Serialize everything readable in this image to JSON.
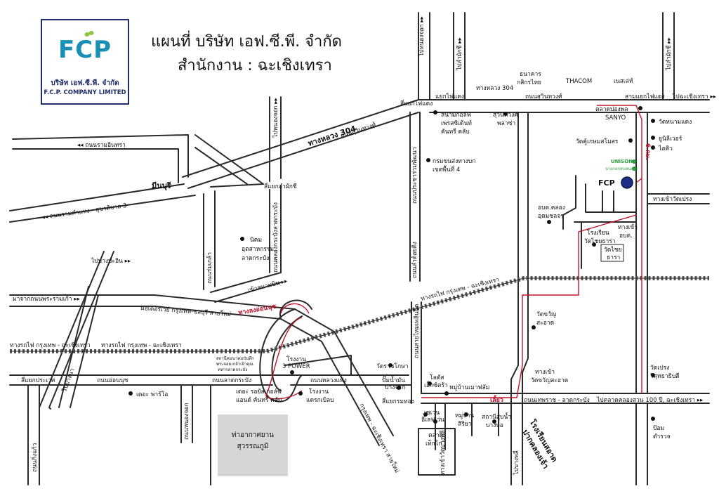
{
  "header": {
    "title_line1": "แผนที่ บริษัท เอฟ.ซี.พี. จำกัด",
    "title_line2": "สำนักงาน : ฉะเชิงเทรา"
  },
  "logo": {
    "brand": "FCP",
    "name_th": "บริษัท เอฟ.ซี.พี. จำกัด",
    "name_en": "F.C.P. COMPANY LIMITED",
    "brand_color": "#1a8fb5",
    "leaf_color": "#8cc63f",
    "border_color": "#1f2d6b"
  },
  "colors": {
    "road": "#2a2a2a",
    "route_red": "#c0132a",
    "fcp_marker": "#1f2d8a",
    "unison_green": "#2e9e3e",
    "airport_fill": "#d6d6d6"
  },
  "roads": {
    "hw304_big": "ทางหลวง 304",
    "hw304_sub": "ถนนสุวินทวงศ์",
    "hw304_top": "ทางหลวง 304",
    "ram_intra": "◂◂ ถนนรามอินทรา",
    "ramkhamhaeng": "◂◂ ถนนรามคำแหง - สุขาภิบาล 3",
    "nong_chok_1": "ไปหนองจอก ▸▸",
    "nong_chok_2": "ไปหนองจอก ▸▸",
    "lam_phak_chi": "ไปลำผักชี ▸▸",
    "lam_phak_chi_2": "ไปลำผักชี ▸▸",
    "lat_krabang_road": "ถนนลาดกระบัง",
    "motorway": "มอเตอร์เวย์ กรุงเทพ-ชลบุรี สายใหม่",
    "from_rama9": "มาจากถนนพระรามเก้า ▸▸",
    "bang_pa_in": "ไปบางปะอิน ▸▸",
    "bang_na": "ไปบางนา",
    "rail_left": "ทางรถไฟ กรุงเทพ - ฉะเชิงเทรา",
    "rail_right": "ทางรถไฟ กรุงเทพ - ฉะเชิงเทรา",
    "rail_far_left": "ทางรถไฟ กรุงเทพ - ฉะเชิงเทรา",
    "airport_entry": "เข้าสนามบิน ▸▸",
    "on_nut_exit": "ทางลงอ่อนนุช",
    "on_nut_road": "ถนนอ่อนนุช",
    "lat_krabang_rd2": "ถนนลาดกระบัง",
    "luang_phaeng": "ถนนหลวงแพ่ง",
    "bangkok_chachoengsao": "กรุงเทพ - ฉะเชิงเทรา สายใหม่",
    "thepharat": "ถนนเทพราช - ลาดกระบัง",
    "to_chachoengsao": "ไปตลาดคลองสวน 100 ปี, ฉะเชิงเทรา ▸▸",
    "to_chachoengsao_top": "ไปฉะเชิงเทรา ▸▸",
    "suwinthawong": "ถนนสุวินทวงศ์",
    "wat_prong_entry": "ทางเข้าวัดเปรง",
    "road_6km": "6 กม.",
    "king_kaew": "ถนนกิ่งแก้ว",
    "romklao": "ถนนร่มเกล้า",
    "ladkrabang_sai_yai": "ถนนสายไหมเพลินจิต",
    "lam_toi_ting": "ถนนลำต้อยติ่ง",
    "lat_krabang_vert": "ถนนคลองกระบังลาดกระบัง",
    "no_nong_chok": "ถนนหนองจอก",
    "bang_pla_entry": "ทางเข้าวัดบางพลี",
    "to_bang_phli": "ไปบางพลี",
    "prakhon_chai": "ถนนประชาร่วมพัฒนา"
  },
  "junctions": {
    "phai_daeng_1": "สี่แยกไฟแดง",
    "phai_daeng_2": "แยกไฟแดง",
    "sam_yaek_phai_daeng": "สามแยกไฟแดง",
    "lam_phak_chi_junction": "สี่แยกลำผักชี",
    "prawet_junction": "สี่แยกประเวศ",
    "rom_thong_junction": "สี่แยกรมทอง",
    "lat_krabang_junction": "ถนนลาดกระบัง",
    "turn": "เลี้ยว"
  },
  "places": {
    "min_buri": "มีนบุรี",
    "industrial_1": "นิคม",
    "industrial_2": "อุตสาหกรรม",
    "industrial_3": "ลาดกระบัง",
    "golf_1": "สนามกอล์ฟ",
    "golf_2": "เพรสซิเด้นท์",
    "golf_3": "คันทรี คลับ",
    "suwinthawong_plaza_1": "สุวินทวงศ์",
    "suwinthawong_plaza_2": "พลาซ่า",
    "bank_1": "ธนาคาร",
    "bank_2": "กสิกรไทย",
    "thacom": "THACOM",
    "nestle": "เนสเล่ท์",
    "talat_plong": "ตลาดปองพล",
    "sanyo": "SANYO",
    "wat_nam_daeng": "วัดหนามแดง",
    "unilever": "ยูนิลีเวอร์",
    "vaseline": "ไฮคิว",
    "wat_khu_kasem": "วัดคู้เกษมสโมสร",
    "unison": "UNISON",
    "unison_sub": "บางกอกสแตนเลส",
    "fcp": "FCP",
    "dlt_1": "กรมขนส่งทางบก",
    "dlt_2": "เขตพื้นที่ 4",
    "obt_1": "อบต.คลอง",
    "obt_2": "อุดมชลจร",
    "obt_entry_1": "ทางเข้า",
    "obt_entry_2": "อบต.",
    "school_1": "โรงเรียน",
    "school_2": "วัดไชยธารา",
    "wat_chai_1": "วัดไชย",
    "wat_chai_2": "ธารา",
    "wat_rat_1": "วัดราชโกษา",
    "wat_chan_1": "วัดขวัญ",
    "wat_chan_2": "สะอาด",
    "wat_chan_entry_1": "ทางเข้า",
    "wat_chan_entry_2": "วัดขวัญสะอาด",
    "wat_prong_1": "วัดเปรง",
    "wat_prong_2": "วิสุทธาธิบดี",
    "police_1": "ป้อม",
    "police_2": "ตำรวจ",
    "three_power": "3 POWER",
    "power_plant": "โรงงาน",
    "lotus": "โลตัส",
    "lotus_2": "เอ็กซ์ตร้า",
    "gas_1": "ปั๊มน้ำมัน",
    "gas_2": "บางจาก",
    "village_1": "หมู่บ้านเมาฟลัม",
    "market_1": "ตลาด",
    "market_2": "เท็กโก",
    "seven_1": "เซเว่น",
    "seven_2": "อีเลฟเว่น",
    "village_2": "หมู่บ้าน",
    "village_3": "สิริยา",
    "water_1": "สถานีสูบน้ำ",
    "water_2": "บางบ่อ",
    "hospital_1": "โรงเรียนสอาด",
    "hospital_2": "ปากคลองเจ้า",
    "lake_golf_1": "เดอะ รอยัล กอล์ฟ",
    "lake_golf_2": "แอนด์ คันทรี คลับ",
    "plant_2": "โรงงาน",
    "plant_3": "แดรกเบิลบ",
    "the_park": "เดอะ พาร์โอ",
    "station_1": "สถานีคมนาคมบันทึก",
    "station_2": "พระจอมเกล้าเจ้าคุณ",
    "station_3": "ทหารลาดกระบัง",
    "airport_1": "ท่าอากาศยาน",
    "airport_2": "สุวรรณภูมิ"
  }
}
